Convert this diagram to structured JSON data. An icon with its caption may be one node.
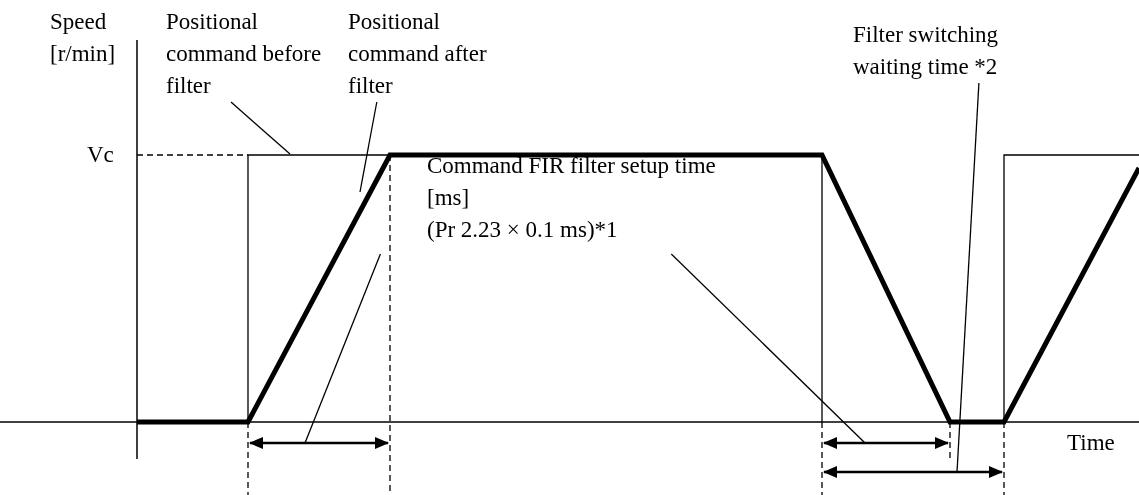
{
  "diagram": {
    "nodes": [
      {
        "text": [
          "Positional command before filter"
        ]
      },
      {
        "text": [
          "Positional command after filter"
        ]
      },
      {
        "text": [
          "Command FIR filter setup time [ms]",
          "(Pr 2.23 × 0.1 ms)*1"
        ]
      },
      {
        "text": [
          "Filter switching waiting time *2"
        ]
      }
    ],
    "edges": [
      {
        "from": 0,
        "to": null,
        "arrow": "none"
      },
      {
        "from": 1,
        "to": null,
        "arrow": "none"
      },
      {
        "from": 2,
        "to": null,
        "arrow": "none"
      },
      {
        "from": 2,
        "to": null,
        "arrow": "none"
      },
      {
        "from": 3,
        "to": null,
        "arrow": "none"
      }
    ],
    "labels": [
      "Speed [r/min]",
      "Vc",
      "Time"
    ]
  }
}
